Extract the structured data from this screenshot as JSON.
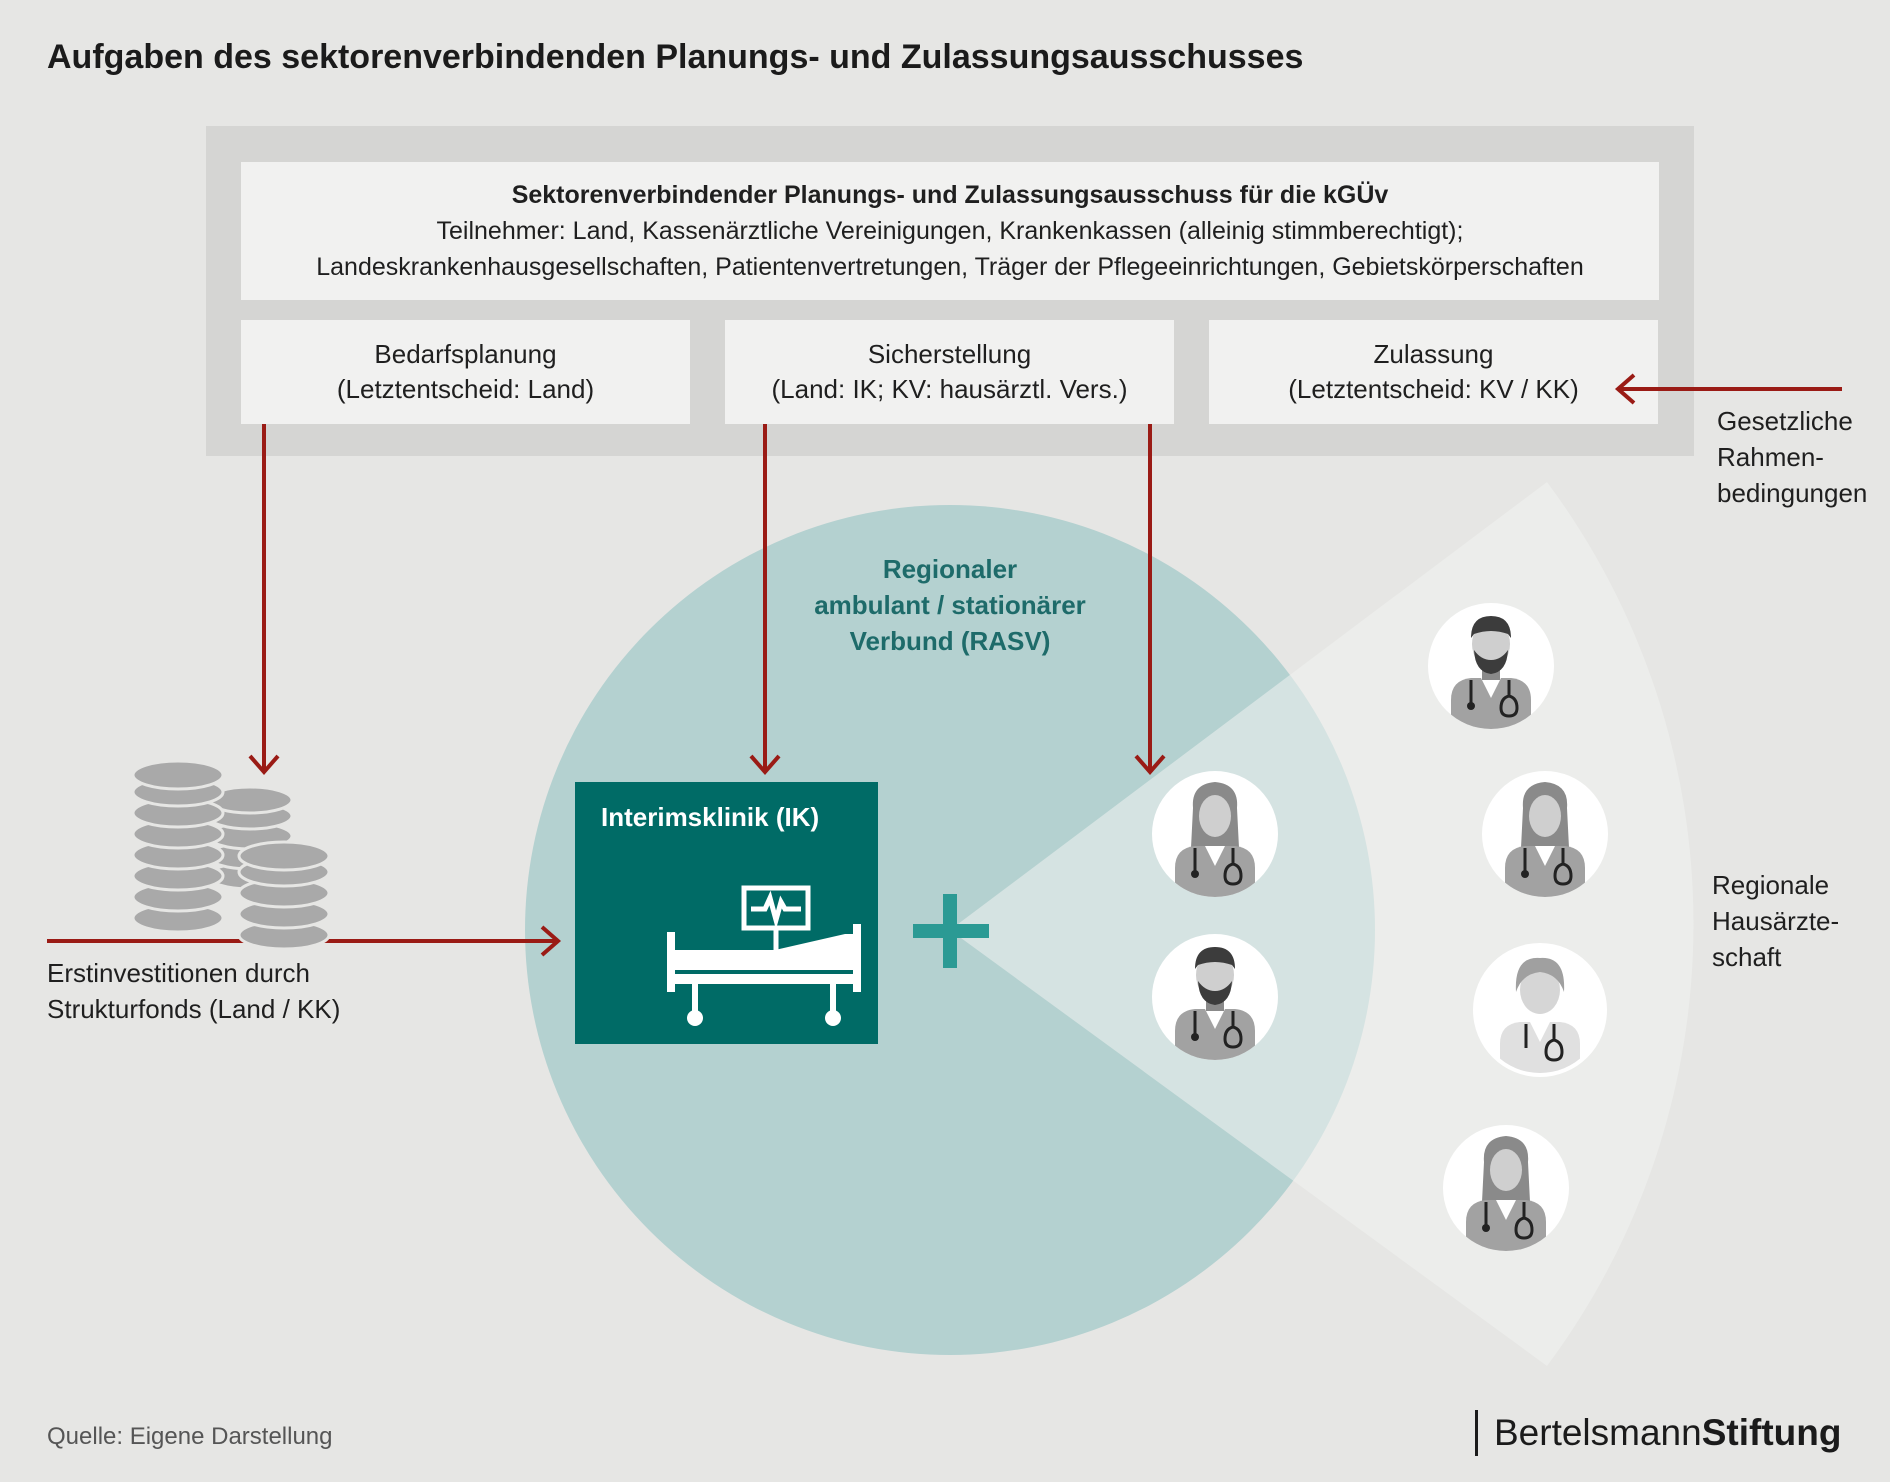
{
  "title": "Aufgaben des sektorenverbindenden Planungs- und Zulassungsausschusses",
  "committee": {
    "heading": "Sektorenverbindender Planungs- und Zulassungsausschuss für die kGÜv",
    "line1": "Teilnehmer: Land, Kassenärztliche Vereinigungen, Krankenkassen (alleinig stimmberechtigt);",
    "line2": "Landeskrankenhausgesellschaften, Patientenvertretungen, Träger der Pflegeeinrichtungen, Gebietskörperschaften"
  },
  "tasks": [
    {
      "label": "Bedarfsplanung",
      "detail": "(Letztentscheid: Land)"
    },
    {
      "label": "Sicherstellung",
      "detail": "(Land: IK; KV: hausärztl. Vers.)"
    },
    {
      "label": "Zulassung",
      "detail": "(Letztentscheid: KV / KK)"
    }
  ],
  "legal": {
    "line1": "Gesetzliche",
    "line2": "Rahmen-",
    "line3": "bedingungen"
  },
  "rasv": {
    "line1": "Regionaler",
    "line2": "ambulant / stationärer",
    "line3": "Verbund (RASV)"
  },
  "clinic": {
    "label": "Interimsklinik (IK)"
  },
  "investment": {
    "line1": "Erstinvestitionen durch",
    "line2": "Strukturfonds (Land / KK)"
  },
  "region": {
    "line1": "Regionale",
    "line2": "Hausärzte-",
    "line3": "schaft"
  },
  "source": "Quelle: Eigene Darstellung",
  "brand": {
    "regular": "Bertelsmann",
    "bold": "Stiftung"
  },
  "icons": [
    "coin-stack-icon",
    "hospital-bed-icon",
    "plus-icon",
    "doctor-icon"
  ],
  "colors": {
    "arrow": "#9a1b15",
    "circle": "#b4d1d0",
    "clinic": "#006b66",
    "plus": "#2b9a94",
    "doctor": "#9a9a9a"
  }
}
